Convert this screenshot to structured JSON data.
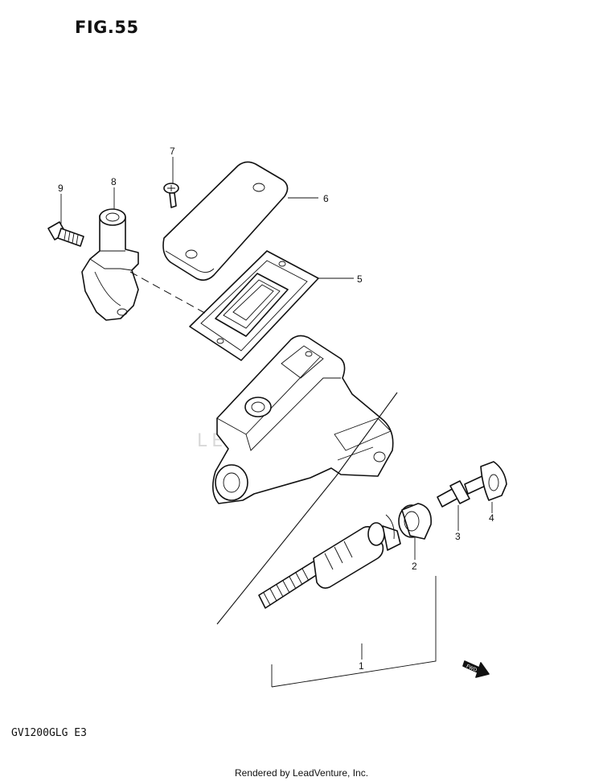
{
  "figure": {
    "title": "FIG.55",
    "model": "GV1200GLG E3",
    "footer": "Rendered by LeadVenture, Inc."
  },
  "callouts": [
    {
      "id": "1",
      "label": "1"
    },
    {
      "id": "2",
      "label": "2"
    },
    {
      "id": "3",
      "label": "3"
    },
    {
      "id": "4",
      "label": "4"
    },
    {
      "id": "5",
      "label": "5"
    },
    {
      "id": "6",
      "label": "6"
    },
    {
      "id": "7",
      "label": "7"
    },
    {
      "id": "8",
      "label": "8"
    },
    {
      "id": "9",
      "label": "9"
    }
  ],
  "watermark": "LEADVENTURE",
  "fwd_label": "FWD"
}
